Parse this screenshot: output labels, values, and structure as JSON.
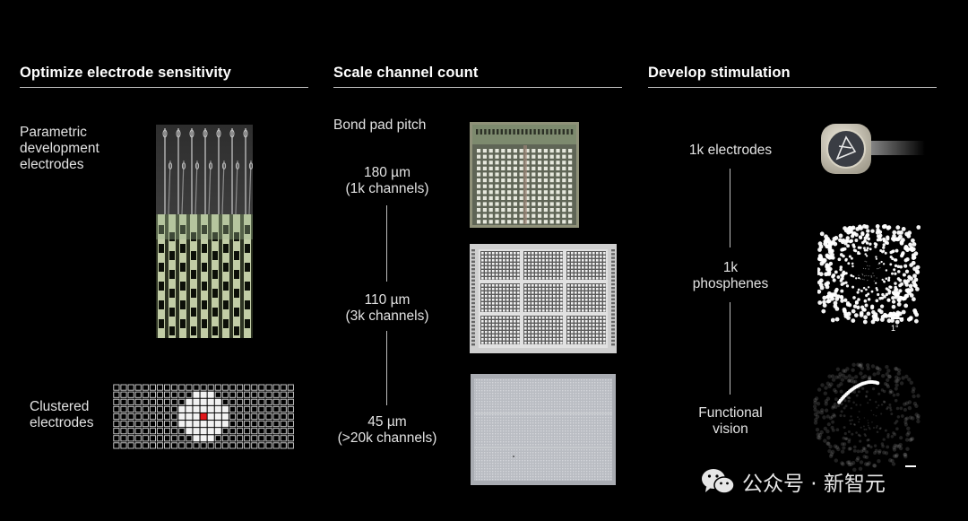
{
  "columns": {
    "sensitivity": {
      "title": "Optimize electrode sensitivity",
      "labels": {
        "parametric": [
          "Parametric",
          "development",
          "electrodes"
        ],
        "clustered": [
          "Clustered",
          "electrodes"
        ]
      }
    },
    "channels": {
      "title": "Scale channel count",
      "subtitle": "Bond pad pitch",
      "items": [
        {
          "pitch": "180 µm",
          "channels": "(1k channels)"
        },
        {
          "pitch": "110 µm",
          "channels": "(3k channels)"
        },
        {
          "pitch": "45 µm",
          "channels": "(>20k channels)"
        }
      ]
    },
    "stimulation": {
      "title": "Develop stimulation",
      "items": [
        {
          "lines": [
            "1k electrodes"
          ]
        },
        {
          "lines": [
            "1k",
            "phosphenes"
          ]
        },
        {
          "lines": [
            "Functional",
            "vision"
          ]
        }
      ],
      "scale_label": "1°"
    }
  },
  "watermark": {
    "text": "公众号 · 新智元",
    "icon": "wechat-icon"
  },
  "colors": {
    "background": "#000000",
    "text": "#e6e6e6",
    "rule": "#bdbdbd",
    "highlight": "#e0161b"
  }
}
